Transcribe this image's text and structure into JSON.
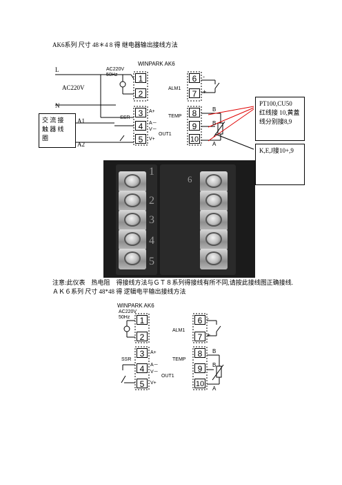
{
  "heading1": "AK6系列 尺寸 48＊4 8 得 继电器输出接线方法",
  "heading2": "ＡＫ６系列 尺寸 48*48 得 逻辑电平输出接线方法",
  "note": "注意:此仪表　热电阻　得接线方法与ＧＴ８系列得接线有所不同,请按此接线图正确接线.",
  "diagram1": {
    "brand": "WINPARK AK6",
    "supply": "AC220V\n50Hz",
    "terminals": [
      "1",
      "2",
      "3",
      "4",
      "5",
      "6",
      "7",
      "8",
      "9",
      "10"
    ],
    "labels": {
      "alm1": "ALM1",
      "temp": "TEMP",
      "out1": "OUT1",
      "ssr": "SSR",
      "a_plus": "A+",
      "a_minus": "A－",
      "v_minus": "V－",
      "v_plus": "V+",
      "b1": "B",
      "b2": "B",
      "a": "A",
      "plus": "+",
      "minus": "-"
    },
    "outside": {
      "L": "L",
      "N": "N",
      "ac220v": "AC220V",
      "coil": "交 流 接\n触 器 线\n圈",
      "a1": "A1",
      "a2": "A2"
    }
  },
  "callout_pt100": "PT100,CU50\n红线接 10,黄蓋线分别接8,9",
  "callout_kej": "K,E,J接10+,9",
  "photo_numbers": [
    "1",
    "2",
    "3",
    "4",
    "5",
    "6"
  ],
  "diagram2": {
    "brand": "WINPARK AK6",
    "supply": "AC220V\n50Hz",
    "terminals": [
      "1",
      "2",
      "3",
      "4",
      "5",
      "6",
      "7",
      "8",
      "9",
      "10"
    ],
    "labels": {
      "alm1": "ALM1",
      "temp": "TEMP",
      "out1": "OUT1",
      "ssr": "SSR",
      "a_plus": "A+",
      "a_minus": "A－",
      "v_minus": "V－",
      "v_plus": "V+",
      "b1": "B",
      "b2": "B",
      "a": "A",
      "plus": "+",
      "minus": "-"
    }
  }
}
